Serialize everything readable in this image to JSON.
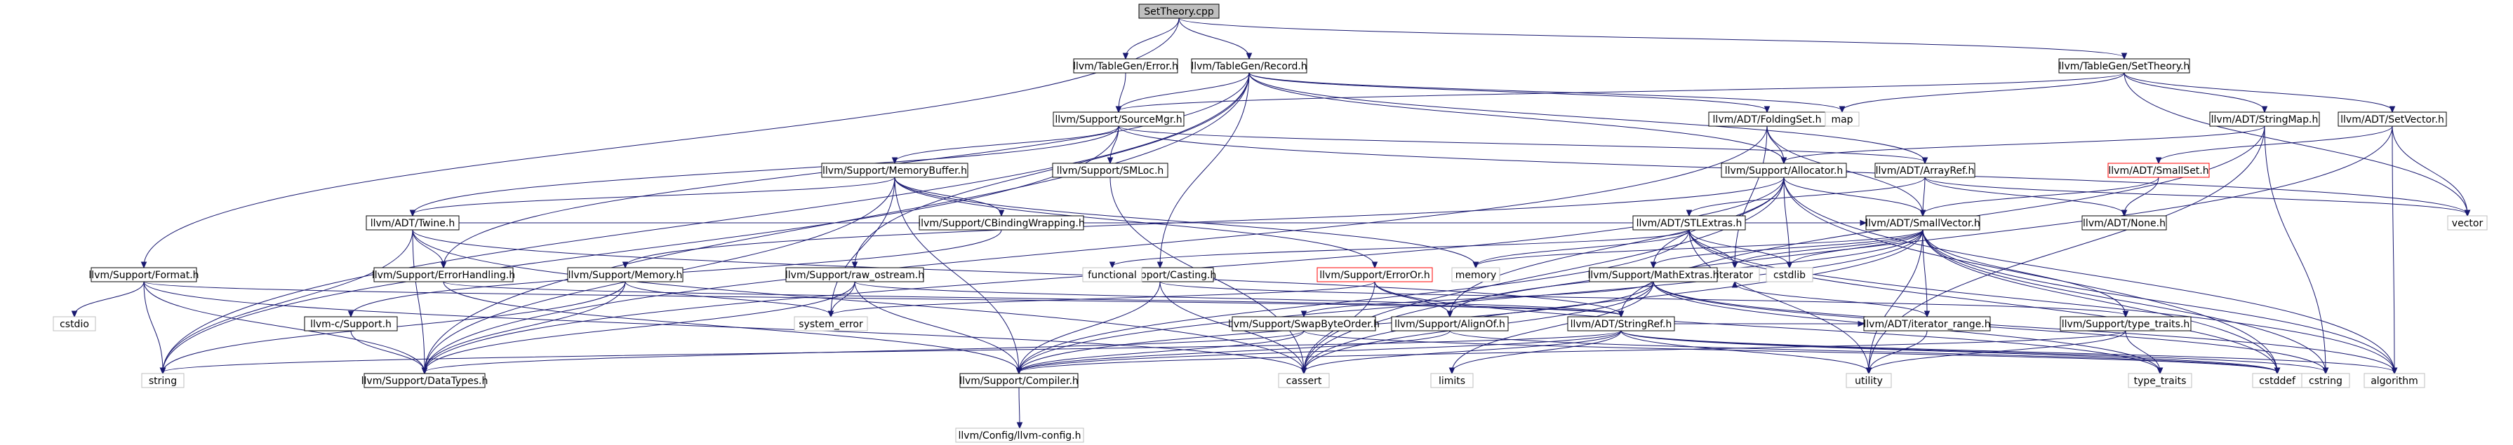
{
  "graph": {
    "colors": {
      "edge": "#191970",
      "node_border": "#000000",
      "root_fill": "#bfbfbf",
      "missing_border": "#ff0000",
      "system_border": "#bfbfbf"
    },
    "nodes": [
      {
        "id": "settheory",
        "label": "SetTheory.cpp",
        "style": "root"
      },
      {
        "id": "tg_error",
        "label": "llvm/TableGen/Error.h",
        "style": "normal"
      },
      {
        "id": "tg_record",
        "label": "llvm/TableGen/Record.h",
        "style": "normal"
      },
      {
        "id": "tg_settheory",
        "label": "llvm/TableGen/SetTheory.h",
        "style": "normal"
      },
      {
        "id": "sourcemgr",
        "label": "llvm/Support/SourceMgr.h",
        "style": "normal"
      },
      {
        "id": "foldingset",
        "label": "llvm/ADT/FoldingSet.h",
        "style": "normal"
      },
      {
        "id": "map",
        "label": "map",
        "style": "system"
      },
      {
        "id": "stringmap",
        "label": "llvm/ADT/StringMap.h",
        "style": "normal"
      },
      {
        "id": "setvector",
        "label": "llvm/ADT/SetVector.h",
        "style": "normal"
      },
      {
        "id": "memorybuffer",
        "label": "llvm/Support/MemoryBuffer.h",
        "style": "normal"
      },
      {
        "id": "smloc",
        "label": "llvm/Support/SMLoc.h",
        "style": "normal"
      },
      {
        "id": "allocator",
        "label": "llvm/Support/Allocator.h",
        "style": "normal"
      },
      {
        "id": "arrayref",
        "label": "llvm/ADT/ArrayRef.h",
        "style": "normal"
      },
      {
        "id": "smallset",
        "label": "llvm/ADT/SmallSet.h",
        "style": "missing"
      },
      {
        "id": "vector",
        "label": "vector",
        "style": "system"
      },
      {
        "id": "twine",
        "label": "llvm/ADT/Twine.h",
        "style": "normal"
      },
      {
        "id": "cbinding",
        "label": "llvm/Support/CBindingWrapping.h",
        "style": "normal"
      },
      {
        "id": "stlextras",
        "label": "llvm/ADT/STLExtras.h",
        "style": "normal"
      },
      {
        "id": "smallvector",
        "label": "llvm/ADT/SmallVector.h",
        "style": "normal"
      },
      {
        "id": "none",
        "label": "llvm/ADT/None.h",
        "style": "normal"
      },
      {
        "id": "format",
        "label": "llvm/Support/Format.h",
        "style": "normal"
      },
      {
        "id": "errorhandling",
        "label": "llvm/Support/ErrorHandling.h",
        "style": "normal"
      },
      {
        "id": "memory_h",
        "label": "llvm/Support/Memory.h",
        "style": "normal"
      },
      {
        "id": "rawostream",
        "label": "llvm/Support/raw_ostream.h",
        "style": "normal"
      },
      {
        "id": "casting",
        "label": "llvm/Support/Casting.h",
        "style": "normal"
      },
      {
        "id": "erroror",
        "label": "llvm/Support/ErrorOr.h",
        "style": "missing"
      },
      {
        "id": "memory",
        "label": "memory",
        "style": "system"
      },
      {
        "id": "functional",
        "label": "functional",
        "style": "system"
      },
      {
        "id": "iterator",
        "label": "iterator",
        "style": "system"
      },
      {
        "id": "cstdlib",
        "label": "cstdlib",
        "style": "system"
      },
      {
        "id": "mathextras",
        "label": "llvm/Support/MathExtras.h",
        "style": "normal"
      },
      {
        "id": "cstdio",
        "label": "cstdio",
        "style": "system"
      },
      {
        "id": "csupport",
        "label": "llvm-c/Support.h",
        "style": "normal"
      },
      {
        "id": "system_error",
        "label": "system_error",
        "style": "system"
      },
      {
        "id": "swapbyteorder",
        "label": "llvm/Support/SwapByteOrder.h",
        "style": "normal"
      },
      {
        "id": "alignof",
        "label": "llvm/Support/AlignOf.h",
        "style": "normal"
      },
      {
        "id": "stringref",
        "label": "llvm/ADT/StringRef.h",
        "style": "normal"
      },
      {
        "id": "iteratorrange",
        "label": "llvm/ADT/iterator_range.h",
        "style": "normal"
      },
      {
        "id": "typetraits_h",
        "label": "llvm/Support/type_traits.h",
        "style": "normal"
      },
      {
        "id": "string",
        "label": "string",
        "style": "system"
      },
      {
        "id": "datatypes",
        "label": "llvm/Support/DataTypes.h",
        "style": "normal"
      },
      {
        "id": "compiler",
        "label": "llvm/Support/Compiler.h",
        "style": "normal"
      },
      {
        "id": "cassert",
        "label": "cassert",
        "style": "system"
      },
      {
        "id": "limits",
        "label": "limits",
        "style": "system"
      },
      {
        "id": "utility",
        "label": "utility",
        "style": "system"
      },
      {
        "id": "type_traits",
        "label": "type_traits",
        "style": "system"
      },
      {
        "id": "cstddef",
        "label": "cstddef",
        "style": "system"
      },
      {
        "id": "cstring",
        "label": "cstring",
        "style": "system"
      },
      {
        "id": "algorithm",
        "label": "algorithm",
        "style": "system"
      },
      {
        "id": "llvmconfig",
        "label": "llvm/Config/llvm-config.h",
        "style": "system"
      }
    ],
    "edges": [
      [
        "settheory",
        "tg_error"
      ],
      [
        "settheory",
        "tg_record"
      ],
      [
        "settheory",
        "tg_settheory"
      ],
      [
        "settheory",
        "format"
      ],
      [
        "tg_error",
        "sourcemgr"
      ],
      [
        "tg_record",
        "sourcemgr"
      ],
      [
        "tg_record",
        "foldingset"
      ],
      [
        "tg_record",
        "map"
      ],
      [
        "tg_record",
        "allocator"
      ],
      [
        "tg_record",
        "arrayref"
      ],
      [
        "tg_record",
        "errorhandling"
      ],
      [
        "tg_record",
        "rawostream"
      ],
      [
        "tg_record",
        "casting"
      ],
      [
        "tg_record",
        "datatypes"
      ],
      [
        "tg_record",
        "string"
      ],
      [
        "tg_settheory",
        "sourcemgr"
      ],
      [
        "tg_settheory",
        "map"
      ],
      [
        "tg_settheory",
        "stringmap"
      ],
      [
        "tg_settheory",
        "setvector"
      ],
      [
        "tg_settheory",
        "vector"
      ],
      [
        "sourcemgr",
        "memorybuffer"
      ],
      [
        "sourcemgr",
        "smloc"
      ],
      [
        "sourcemgr",
        "arrayref"
      ],
      [
        "sourcemgr",
        "twine"
      ],
      [
        "sourcemgr",
        "string"
      ],
      [
        "sourcemgr",
        "vector"
      ],
      [
        "foldingset",
        "allocator"
      ],
      [
        "foldingset",
        "smallvector"
      ],
      [
        "foldingset",
        "datatypes"
      ],
      [
        "foldingset",
        "iterator"
      ],
      [
        "stringmap",
        "allocator"
      ],
      [
        "stringmap",
        "stringref"
      ],
      [
        "stringmap",
        "cstring"
      ],
      [
        "stringmap",
        "utility"
      ],
      [
        "setvector",
        "smallset"
      ],
      [
        "setvector",
        "vector"
      ],
      [
        "setvector",
        "algorithm"
      ],
      [
        "setvector",
        "cassert"
      ],
      [
        "memorybuffer",
        "twine"
      ],
      [
        "memorybuffer",
        "cbinding"
      ],
      [
        "memorybuffer",
        "erroror"
      ],
      [
        "memorybuffer",
        "compiler"
      ],
      [
        "memorybuffer",
        "datatypes"
      ],
      [
        "memorybuffer",
        "memory"
      ],
      [
        "memorybuffer",
        "system_error"
      ],
      [
        "smloc",
        "cassert"
      ],
      [
        "allocator",
        "smallvector"
      ],
      [
        "allocator",
        "alignof"
      ],
      [
        "allocator",
        "datatypes"
      ],
      [
        "allocator",
        "mathextras"
      ],
      [
        "allocator",
        "memory_h"
      ],
      [
        "allocator",
        "algorithm"
      ],
      [
        "allocator",
        "cassert"
      ],
      [
        "allocator",
        "cstddef"
      ],
      [
        "allocator",
        "cstdlib"
      ],
      [
        "arrayref",
        "none"
      ],
      [
        "arrayref",
        "smallvector"
      ],
      [
        "arrayref",
        "vector"
      ],
      [
        "arrayref",
        "stlextras"
      ],
      [
        "smallset",
        "none"
      ],
      [
        "smallset",
        "smallvector"
      ],
      [
        "twine",
        "smallvector"
      ],
      [
        "twine",
        "stringref"
      ],
      [
        "twine",
        "datatypes"
      ],
      [
        "twine",
        "errorhandling"
      ],
      [
        "twine",
        "cassert"
      ],
      [
        "twine",
        "string"
      ],
      [
        "cbinding",
        "csupport"
      ],
      [
        "stlextras",
        "compiler"
      ],
      [
        "stlextras",
        "functional"
      ],
      [
        "stlextras",
        "iterator"
      ],
      [
        "stlextras",
        "memory"
      ],
      [
        "stlextras",
        "cstdlib"
      ],
      [
        "stlextras",
        "utility"
      ],
      [
        "stlextras",
        "cstddef"
      ],
      [
        "stlextras",
        "algorithm"
      ],
      [
        "smallvector",
        "alignof"
      ],
      [
        "smallvector",
        "compiler"
      ],
      [
        "smallvector",
        "mathextras"
      ],
      [
        "smallvector",
        "typetraits_h"
      ],
      [
        "smallvector",
        "iteratorrange"
      ],
      [
        "smallvector",
        "algorithm"
      ],
      [
        "smallvector",
        "cassert"
      ],
      [
        "smallvector",
        "cstddef"
      ],
      [
        "smallvector",
        "cstdlib"
      ],
      [
        "smallvector",
        "cstring"
      ],
      [
        "smallvector",
        "iterator"
      ],
      [
        "smallvector",
        "memory"
      ],
      [
        "smallvector",
        "utility"
      ],
      [
        "format",
        "stringref"
      ],
      [
        "format",
        "cstdio"
      ],
      [
        "format",
        "string"
      ],
      [
        "format",
        "datatypes"
      ],
      [
        "format",
        "cassert"
      ],
      [
        "errorhandling",
        "compiler"
      ],
      [
        "errorhandling",
        "stringref"
      ],
      [
        "memory_h",
        "datatypes"
      ],
      [
        "memory_h",
        "system_error"
      ],
      [
        "memory_h",
        "string"
      ],
      [
        "rawostream",
        "compiler"
      ],
      [
        "rawostream",
        "datatypes"
      ],
      [
        "rawostream",
        "stringref"
      ],
      [
        "rawostream",
        "system_error"
      ],
      [
        "casting",
        "compiler"
      ],
      [
        "casting",
        "typetraits_h"
      ],
      [
        "casting",
        "cassert"
      ],
      [
        "erroror",
        "alignof"
      ],
      [
        "erroror",
        "system_error"
      ],
      [
        "erroror",
        "cassert"
      ],
      [
        "erroror",
        "type_traits"
      ],
      [
        "mathextras",
        "compiler"
      ],
      [
        "mathextras",
        "swapbyteorder"
      ],
      [
        "mathextras",
        "algorithm"
      ],
      [
        "mathextras",
        "cassert"
      ],
      [
        "mathextras",
        "limits"
      ],
      [
        "mathextras",
        "type_traits"
      ],
      [
        "mathextras",
        "cstring"
      ],
      [
        "csupport",
        "datatypes"
      ],
      [
        "swapbyteorder",
        "compiler"
      ],
      [
        "swapbyteorder",
        "datatypes"
      ],
      [
        "swapbyteorder",
        "cstddef"
      ],
      [
        "alignof",
        "compiler"
      ],
      [
        "alignof",
        "cstddef"
      ],
      [
        "stringref",
        "compiler"
      ],
      [
        "stringref",
        "iteratorrange"
      ],
      [
        "stringref",
        "algorithm"
      ],
      [
        "stringref",
        "cassert"
      ],
      [
        "stringref",
        "cstddef"
      ],
      [
        "stringref",
        "cstring"
      ],
      [
        "stringref",
        "limits"
      ],
      [
        "stringref",
        "string"
      ],
      [
        "stringref",
        "utility"
      ],
      [
        "iteratorrange",
        "utility"
      ],
      [
        "iteratorrange",
        "iterator"
      ],
      [
        "typetraits_h",
        "type_traits"
      ],
      [
        "typetraits_h",
        "utility"
      ],
      [
        "typetraits_h",
        "compiler"
      ],
      [
        "compiler",
        "llvmconfig"
      ]
    ]
  }
}
